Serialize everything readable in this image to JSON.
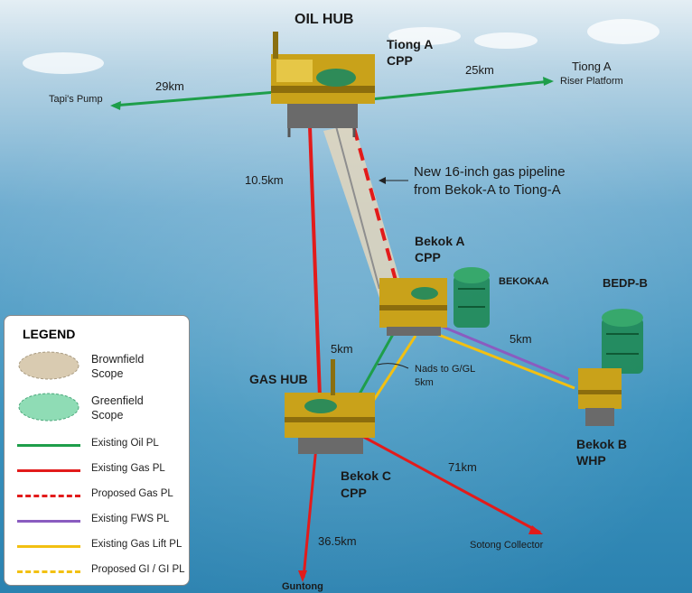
{
  "labels": {
    "oil_hub": "OIL HUB",
    "tiong_a_cpp": "Tiong A\nCPP",
    "tiong_a_riser": "Tiong A",
    "riser_platform": "Riser Platform",
    "tapis_pump": "Tapi's Pump",
    "dist_29": "29km",
    "dist_25": "25km",
    "dist_10_5": "10.5km",
    "new_pipeline_1": "New 16-inch gas pipeline",
    "new_pipeline_2": "from Bekok-A to Tiong-A",
    "bekok_a_cpp": "Bekok A\nCPP",
    "bekokaa": "BEKOKAA",
    "bedp_b": "BEDP-B",
    "dist_5_left": "5km",
    "dist_5_right": "5km",
    "nads": "Nads to G/GL\n5km",
    "gas_hub": "GAS HUB",
    "bekok_b_whp": "Bekok B\nWHP",
    "bekok_c_cpp": "Bekok C\nCPP",
    "dist_71": "71km",
    "dist_36_5": "36.5km",
    "sotong": "Sotong Collector",
    "guntong": "Guntong"
  },
  "legend": {
    "title": "LEGEND",
    "items": [
      {
        "label": "Brownfield\nScope",
        "kind": "ellipse",
        "color": "#d9cbb1"
      },
      {
        "label": "Greenfield\nScope",
        "kind": "ellipse",
        "color": "#8fdcb5"
      },
      {
        "label": "Existing Oil PL",
        "kind": "line",
        "color": "#1e9e4a"
      },
      {
        "label": "Existing Gas PL",
        "kind": "line",
        "color": "#e21b1b"
      },
      {
        "label": "Proposed Gas PL",
        "kind": "dash",
        "color": "#e21b1b"
      },
      {
        "label": "Existing FWS PL",
        "kind": "line",
        "color": "#8a5cc0"
      },
      {
        "label": "Existing Gas Lift PL",
        "kind": "line",
        "color": "#f2c012"
      },
      {
        "label": "Proposed GI / GI PL",
        "kind": "dash",
        "color": "#f2c012"
      }
    ]
  },
  "colors": {
    "sea_top": "#dce9f1",
    "sea_bottom": "#2d86b3",
    "oil": "#1e9e4a",
    "gas": "#e21b1b",
    "fws": "#8a5cc0",
    "gaslift": "#f2c012",
    "platform": "#c9a21a",
    "greenfield": "#1f8a55"
  }
}
